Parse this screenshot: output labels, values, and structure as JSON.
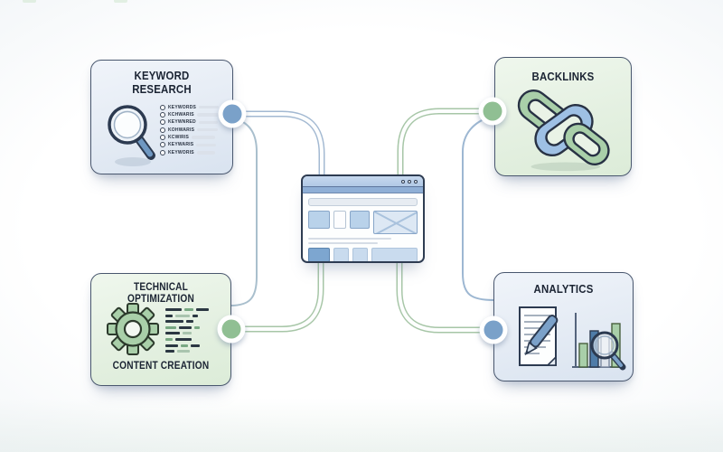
{
  "diagram": {
    "subject": "seo-website-diagram",
    "center": "browser-window-illustration"
  },
  "cards": {
    "keyword_research": {
      "title_line1": "KEYWORD",
      "title_line2": "RESEARCH",
      "list_items": [
        "KEYWORDS",
        "KCHWARIS",
        "KEYWNRED",
        "KOHWARIS",
        "KCWIRIS",
        "KEYWARIS",
        "KEYWORIS"
      ]
    },
    "backlinks": {
      "title": "BACKLINKS"
    },
    "technical_optimization": {
      "title_top": "TECHNICAL OPTIMIZATION",
      "title_bottom": "CONTENT CREATION"
    },
    "analytics": {
      "title": "ANALYTICS"
    }
  },
  "browser": {
    "dot_count": "3"
  },
  "icons": {
    "keyword_research": "magnifier-icon",
    "backlinks": "chain-links-icon",
    "technical_optimization": "gear-icon",
    "content_creation": "code-lines-icon",
    "analytics_left": "document-pen-icon",
    "analytics_right": "bar-chart-magnifier-icon",
    "center": "browser-window-icon"
  },
  "colors": {
    "node_blue": "#7aa1c9",
    "node_green": "#90bf93",
    "pipe_blue": "#a3b9d2",
    "pipe_green": "#a7c6a7",
    "card_blue_border": "#49576e",
    "card_blue_bg": "#e7eef6",
    "card_green_bg": "#e7f2e5",
    "outline_dark": "#2e3c52",
    "title_text": "#1b2433",
    "browser_bar": "#b1c9e6",
    "browser_strip": "#8fafd6"
  }
}
